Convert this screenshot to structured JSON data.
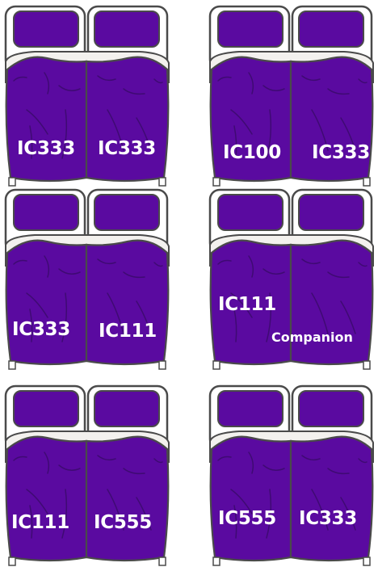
{
  "colors": {
    "duvet": "#5a0aa0",
    "duvet_dark": "#3f0a73",
    "outline": "#4a4a4a",
    "sheet": "#f3f1ee",
    "label": "#ffffff"
  },
  "beds": [
    {
      "left_label": "IC333",
      "right_label": "IC333"
    },
    {
      "left_label": "IC100",
      "right_label": "IC333"
    },
    {
      "left_label": "IC333",
      "right_label": "IC111"
    },
    {
      "left_label": "IC111",
      "right_label": "Companion"
    },
    {
      "left_label": "IC111",
      "right_label": "IC555"
    },
    {
      "left_label": "IC555",
      "right_label": "IC333"
    }
  ]
}
